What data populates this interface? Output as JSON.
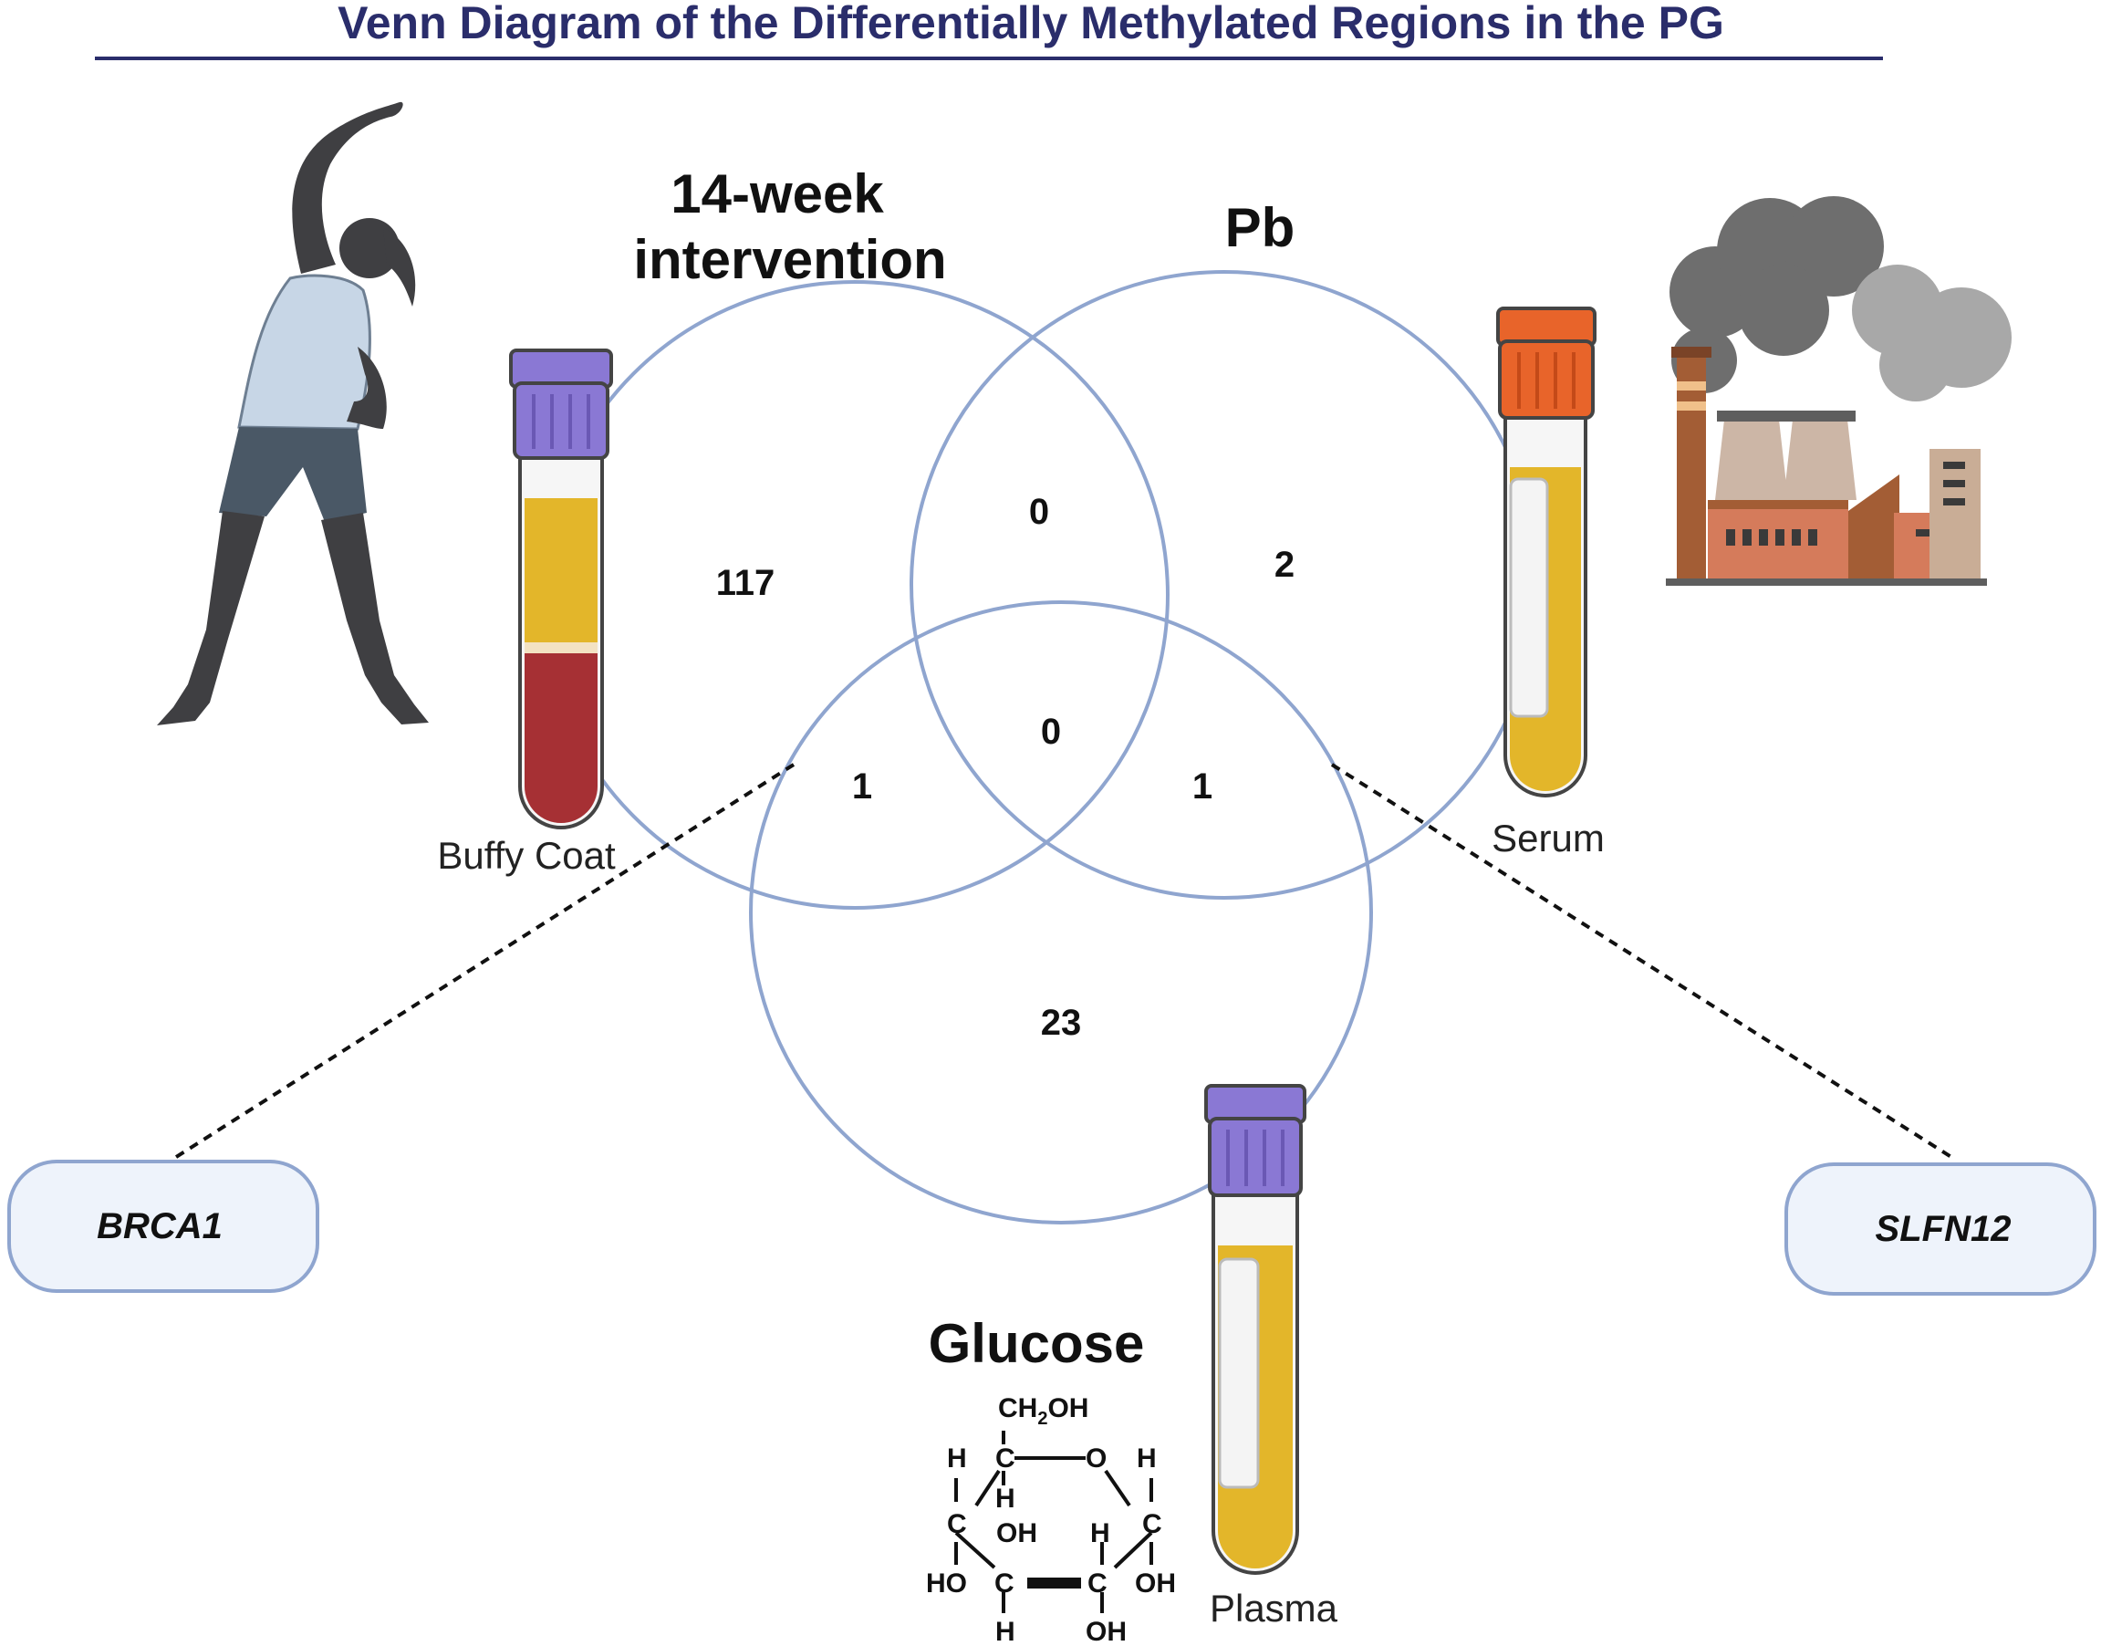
{
  "title": "Venn Diagram of the Differentially Methylated Regions in the PG",
  "sets": {
    "intervention": {
      "line1": "14-week",
      "line2": "intervention"
    },
    "pb": {
      "label": "Pb"
    },
    "glucose": {
      "label": "Glucose"
    }
  },
  "regions": {
    "intervention_only": "117",
    "intervention_pb": "0",
    "pb_only": "2",
    "all_three": "0",
    "intervention_glucose": "1",
    "pb_glucose": "1",
    "glucose_only": "23"
  },
  "tubes": {
    "buffy_coat": "Buffy Coat",
    "serum": "Serum",
    "plasma": "Plasma"
  },
  "genes": {
    "left": "BRCA1",
    "right": "SLFN12"
  },
  "glucose_structure": {
    "ch2oh": "CH",
    "ch2oh_sub": "2",
    "ch2oh_tail": "OH",
    "h": "H",
    "c": "C",
    "o": "O",
    "oh": "OH",
    "ho": "HO"
  },
  "colors": {
    "title": "#2a2d6b",
    "circle": "#8fa5cf",
    "gene_box_fill": "#eef3fb",
    "cap_purple": "#8a78d4",
    "cap_orange": "#e8642a",
    "plasma_yellow": "#e3b62a",
    "blood_red": "#a63034"
  }
}
